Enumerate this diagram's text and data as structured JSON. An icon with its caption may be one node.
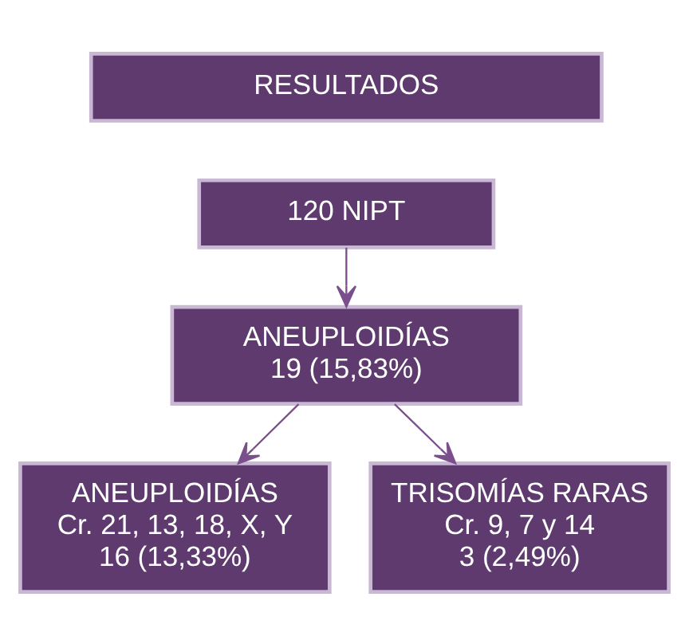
{
  "diagram": {
    "nodes": [
      {
        "text": [
          "RESULTADOS"
        ]
      },
      {
        "text": [
          "120 NIPT"
        ]
      },
      {
        "text": [
          "ANEUPLOIDÍAS",
          "19 (15,83%)"
        ]
      },
      {
        "text": [
          "ANEUPLOIDÍAS",
          "Cr. 21, 13, 18, X, Y",
          "16 (13,33%)"
        ]
      },
      {
        "text": [
          "TRISOMÍAS RARAS",
          "Cr. 9, 7 y 14",
          "3 (2,49%)"
        ]
      }
    ],
    "edges": [
      {
        "from": 1,
        "to": 2,
        "arrow": "to"
      },
      {
        "from": 2,
        "to": 3,
        "arrow": "to"
      },
      {
        "from": 2,
        "to": 4,
        "arrow": "to"
      }
    ]
  }
}
